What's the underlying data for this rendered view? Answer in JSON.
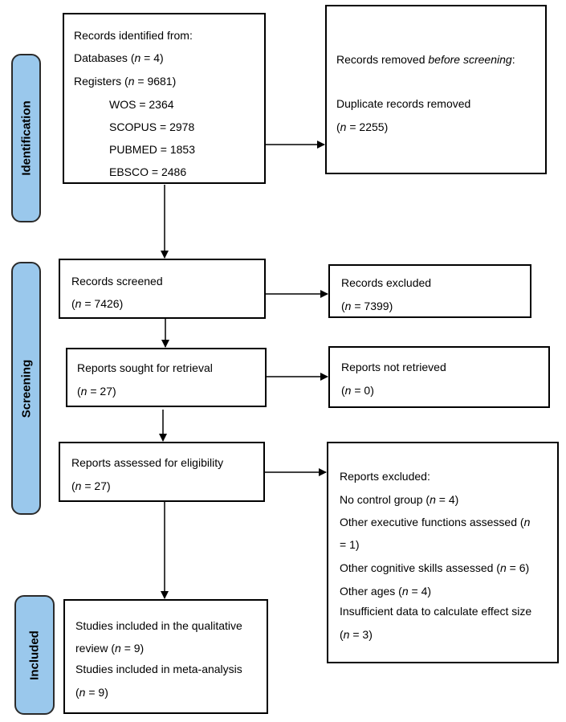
{
  "phases": {
    "identification": "Identification",
    "screening": "Screening",
    "included": "Included"
  },
  "identified": {
    "title": "Records identified from:",
    "databases_label": "Databases (",
    "databases_n": "n",
    "databases_value": " = 4)",
    "registers_label": "Registers (",
    "registers_n": "n",
    "registers_value": " = 9681)",
    "sources": [
      "WOS = 2364",
      "SCOPUS = 2978",
      "PUBMED = 1853",
      "EBSCO = 2486"
    ]
  },
  "removed": {
    "title_pre": "Records removed ",
    "title_em": "before screening",
    "title_post": ":",
    "line1": "Duplicate records removed",
    "n": "n",
    "value": " = 2255)"
  },
  "screened": {
    "title": "Records screened",
    "n": "n",
    "value": " = 7426)"
  },
  "excluded": {
    "title": "Records excluded",
    "n": "n",
    "value": " = 7399)"
  },
  "sought": {
    "title": "Reports sought for retrieval",
    "n": "n",
    "value": " = 27)"
  },
  "not_retrieved": {
    "title": "Reports not retrieved",
    "n": "n",
    "value": " = 0)"
  },
  "assessed": {
    "title": "Reports assessed for eligibility",
    "n": "n",
    "value": " = 27)"
  },
  "reports_excluded": {
    "title": "Reports excluded:",
    "r1_pre": "No control group (",
    "r1_n": "n",
    "r1_post": " = 4)",
    "r2_pre": "Other executive functions assessed (",
    "r2_n": "n",
    "r3": "= 1)",
    "r4_pre": "Other cognitive skills assessed (",
    "r4_n": "n",
    "r4_post": " = 6)",
    "r5_pre": "Other ages (",
    "r5_n": "n",
    "r5_post": " = 4)",
    "r6": "Insufficient data to calculate effect size",
    "r7_n": "n",
    "r7_post": " = 3)"
  },
  "included": {
    "line1": "Studies included in the qualitative",
    "line2_pre": "review (",
    "line2_n": "n",
    "line2_post": " = 9)",
    "line3": "Studies included in meta-analysis",
    "line4_n": "n",
    "line4_post": " = 9)"
  }
}
